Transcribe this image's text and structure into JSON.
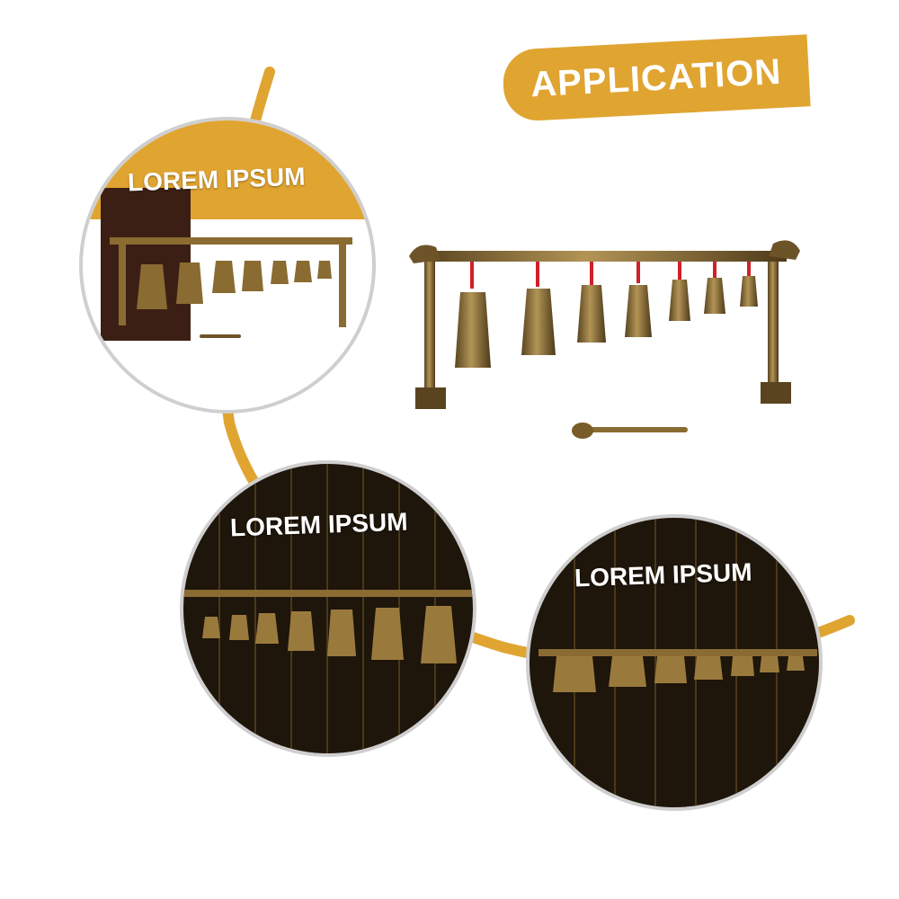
{
  "banner": {
    "title": "APPLICATION"
  },
  "panels": [
    {
      "label": "LOREM IPSUM"
    },
    {
      "label": "LOREM IPSUM"
    },
    {
      "label": "LOREM IPSUM"
    }
  ],
  "colors": {
    "accent": "#e0a431",
    "bronze": "#8a6b32",
    "ribbon": "#d0202a",
    "dark_background": "#1e150b"
  }
}
